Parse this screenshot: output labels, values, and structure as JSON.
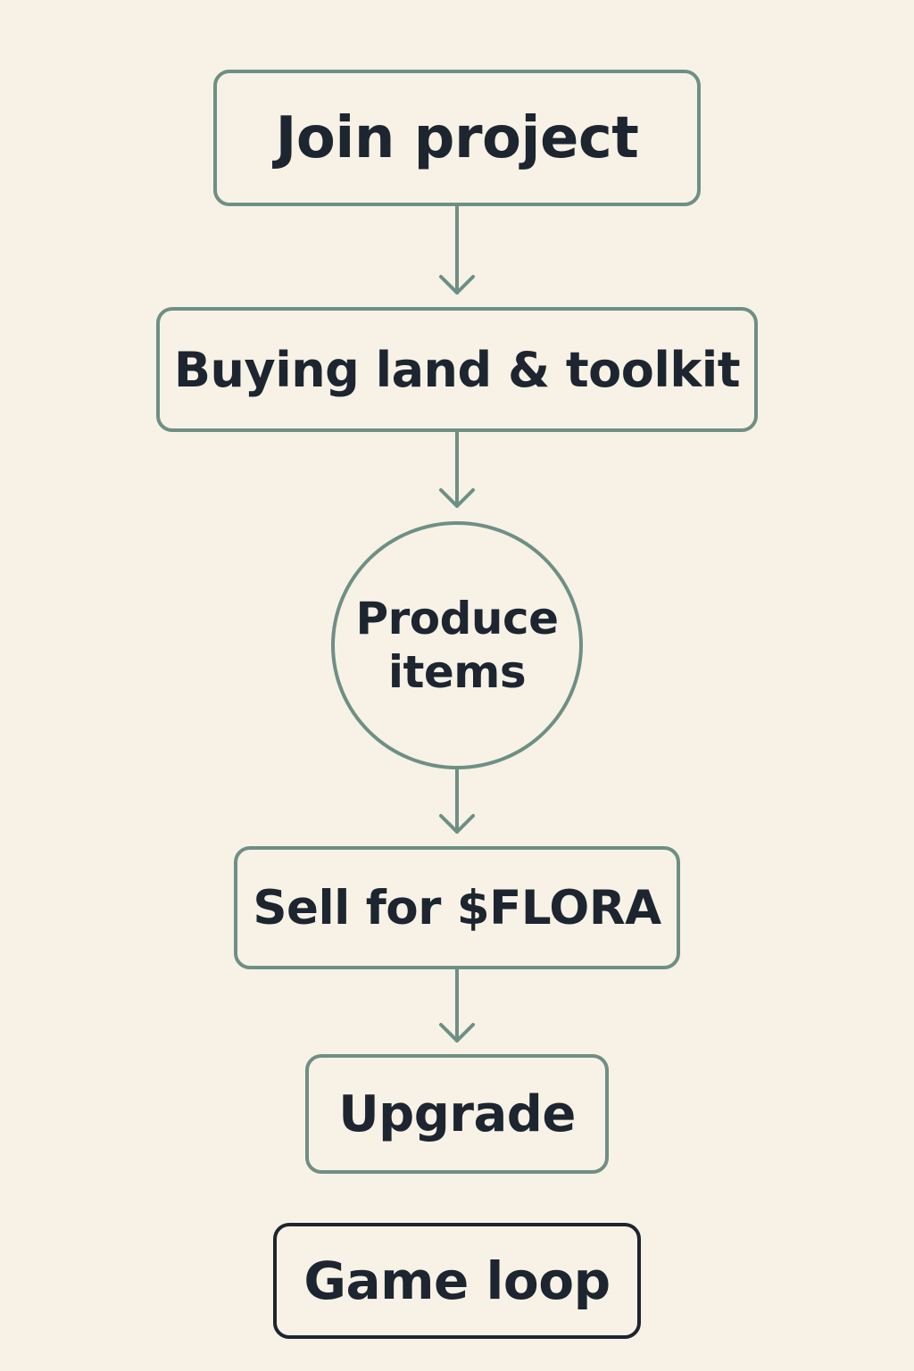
{
  "diagram": {
    "nodes": [
      {
        "id": "join",
        "label": "Join project",
        "shape": "rounded-box"
      },
      {
        "id": "buying",
        "label": "Buying land & toolkit",
        "shape": "rounded-box"
      },
      {
        "id": "produce",
        "label": "Produce items",
        "shape": "circle"
      },
      {
        "id": "sell",
        "label": "Sell for $FLORA",
        "shape": "rounded-box"
      },
      {
        "id": "upgrade",
        "label": "Upgrade",
        "shape": "rounded-box"
      },
      {
        "id": "gameloop",
        "label": "Game loop",
        "shape": "rounded-box-dark"
      }
    ],
    "edges": [
      {
        "from": "join",
        "to": "buying"
      },
      {
        "from": "buying",
        "to": "produce"
      },
      {
        "from": "produce",
        "to": "sell"
      },
      {
        "from": "sell",
        "to": "upgrade"
      }
    ],
    "colors": {
      "background": "#f7f2e5",
      "node_border": "#6e8f86",
      "text": "#1c2530",
      "caption_border": "#1c2530"
    }
  }
}
